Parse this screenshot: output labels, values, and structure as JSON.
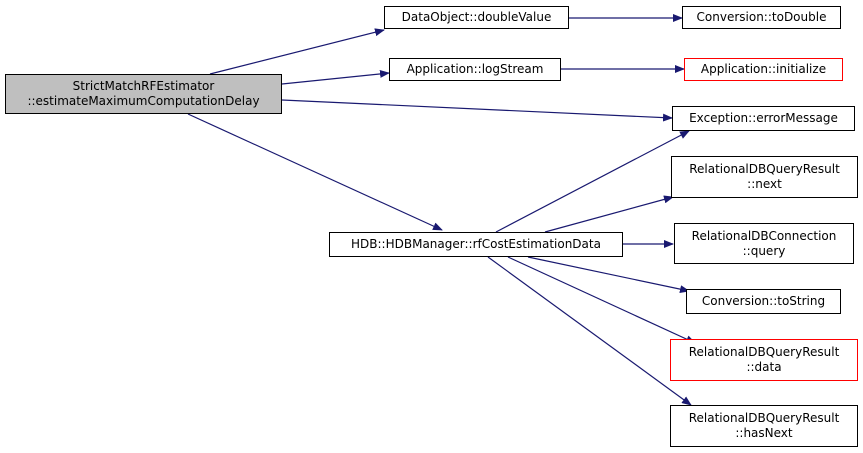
{
  "colors": {
    "edge": "#191970",
    "node_border": "#000000",
    "highlight_border": "#ff0000",
    "root_fill": "#bfbfbf",
    "background": "#ffffff"
  },
  "nodes": {
    "root": {
      "line1": "StrictMatchRFEstimator",
      "line2": "::estimateMaximumComputationDelay"
    },
    "doubleValue": {
      "label": "DataObject::doubleValue"
    },
    "toDouble": {
      "label": "Conversion::toDouble"
    },
    "logStream": {
      "label": "Application::logStream"
    },
    "initialize": {
      "label": "Application::initialize"
    },
    "errorMessage": {
      "label": "Exception::errorMessage"
    },
    "rfCost": {
      "label": "HDB::HDBManager::rfCostEstimationData"
    },
    "next": {
      "line1": "RelationalDBQueryResult",
      "line2": "::next"
    },
    "query": {
      "line1": "RelationalDBConnection",
      "line2": "::query"
    },
    "toString": {
      "label": "Conversion::toString"
    },
    "data": {
      "line1": "RelationalDBQueryResult",
      "line2": "::data"
    },
    "hasNext": {
      "line1": "RelationalDBQueryResult",
      "line2": "::hasNext"
    }
  },
  "edges": [
    [
      "root",
      "doubleValue"
    ],
    [
      "root",
      "logStream"
    ],
    [
      "root",
      "errorMessage"
    ],
    [
      "root",
      "rfCost"
    ],
    [
      "doubleValue",
      "toDouble"
    ],
    [
      "logStream",
      "initialize"
    ],
    [
      "rfCost",
      "errorMessage"
    ],
    [
      "rfCost",
      "next"
    ],
    [
      "rfCost",
      "query"
    ],
    [
      "rfCost",
      "toString"
    ],
    [
      "rfCost",
      "data"
    ],
    [
      "rfCost",
      "hasNext"
    ]
  ]
}
